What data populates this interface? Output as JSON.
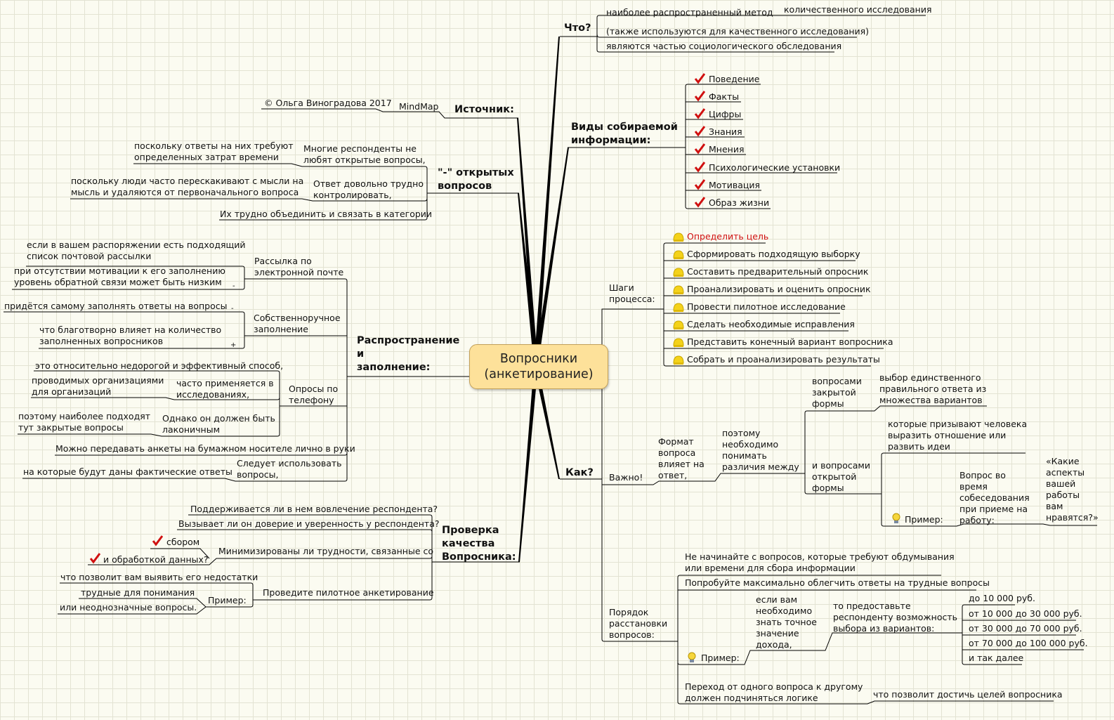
{
  "center": "Вопросники\n(анкетирование)",
  "what": {
    "title": "Что?",
    "n1": "наиболее распространенный метод",
    "n1a": "количественного исследования",
    "n2": "(также используются для качественного исследования)",
    "n3": "являются частью социологического обследования"
  },
  "kinds": {
    "title": "Виды собираемой\nинформации:",
    "items": [
      "Поведение",
      "Факты",
      "Цифры",
      "Знания",
      "Мнения",
      "Психологические установки",
      "Мотивация",
      "Образ жизни"
    ]
  },
  "source": {
    "title": "Источник:",
    "mind": "MindMap",
    "copy": "© Ольга Виноградова 2017"
  },
  "minus": {
    "title": "\"-\" открытых\nвопросов",
    "a": "Многие респонденты не\nлюбят открытые вопросы,",
    "a1": "поскольку ответы на них требуют\nопределенных затрат времени",
    "b": "Ответ довольно трудно\nконтролировать,",
    "b1": "поскольку люди часто перескакивают с мысли на\nмысль и удаляются от первоначального вопроса",
    "c": "Их трудно объединить и связать в категории"
  },
  "distrib": {
    "title": "Распространение\nи\nзаполнение:",
    "email": "Рассылка по\nэлектронной почте",
    "email1": "если в вашем распоряжении есть подходящий\nсписок почтовой рассылки",
    "email2": "при отсутствии мотивации к его заполнению\nуровень обратной связи может быть низким",
    "self": "Собственноручное\nзаполнение",
    "self1": "придётся самому заполнять ответы на вопросы",
    "self2": "что благотворно влияет на количество\nзаполненных вопросников",
    "minus_sign": "-",
    "plus_sign": "+",
    "phone": "Опросы по\nтелефону",
    "phone1": "это относительно недорогой и эффективный способ,",
    "phone2": "часто применяется в\nисследованиях,",
    "phone2a": "проводимых организациями\nдля организаций",
    "phone3": "Однако он должен быть\nлаконичным",
    "phone3a": "поэтому наиболее подходят\nтут закрытые вопросы",
    "paper": "Можно передавать анкеты на бумажном носителе лично в руки",
    "use": "Следует использовать\nвопросы,",
    "use1": "на которые будут даны фактические ответы"
  },
  "quality": {
    "title": "Проверка\nкачества\nВопросника:",
    "q1": "Поддерживается ли в нем вовлечение респондента?",
    "q2": "Вызывает ли он доверие и уверенность у респондента?",
    "q3": "Минимизированы ли трудности, связанные со",
    "q3a": "сбором",
    "q3b": "и обработкой данных?",
    "pilot": "Проведите пилотное анкетирование",
    "example": "Пример:",
    "p1": "что позволит вам выявить его недостатки",
    "p2": "трудные для понимания",
    "p3": "или неоднозначные вопросы."
  },
  "steps": {
    "title": "Шаги\nпроцесса:",
    "items": [
      "Определить цель",
      "Сформировать подходящую выборку",
      "Составить предварительный опросник",
      "Проанализировать и оценить опросник",
      "Провести пилотное исследование",
      "Сделать необходимые исправления",
      "Представить конечный вариант вопросника",
      "Собрать и проанализировать результаты"
    ]
  },
  "how": {
    "title": "Как?",
    "important": "Важно!",
    "format": "Формат\nвопроса\nвлияет на\nответ,",
    "therefore": "поэтому\nнеобходимо\nпонимать\nразличия между",
    "closed": "вопросами\nзакрытой\nформы",
    "closed1": "выбор единственного\nправильного ответа из\nмножества вариантов",
    "open": "и вопросами\nоткрытой\nформы",
    "open1": "которые призывают человека\nвыразить отношение или\nразвить идеи",
    "example": "Пример:",
    "ex_q": "Вопрос во\nвремя\nсобеседования\nпри приеме на\nработу:",
    "ex_a": "«Какие\nаспекты\nвашей\nработы\nвам\nнравятся?»",
    "order": "Порядок\nрасстановки\nвопросов:",
    "o1": "Не начинайте с вопросов, которые требуют обдумывания\nили времени для сбора информации",
    "o2": "Попробуйте максимально облегчить ответы на трудные вопросы",
    "o3_ex": "Пример:",
    "o3a": "если вам\nнеобходимо\nзнать точное\nзначение\nдохода,",
    "o3b": "то предоставьте\nреспонденту возможность\nвыбора из вариантов:",
    "ranges": [
      "до 10 000 руб.",
      "от 10 000 до 30 000 руб.",
      "от 30 000 до 70 000 руб.",
      "от 70 000 до 100 000 руб.",
      "и так далее"
    ],
    "o4": "Переход от одного вопроса к другому\nдолжен подчиняться логике",
    "o4a": "что позволит достичь целей вопросника"
  }
}
